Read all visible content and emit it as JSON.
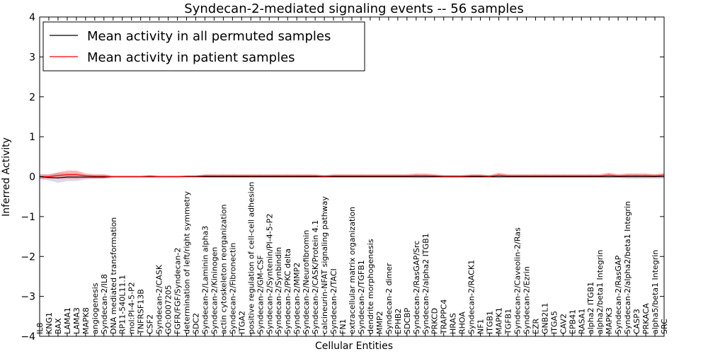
{
  "chart_data": {
    "type": "line",
    "title": "Syndecan-2-mediated signaling events -- 56 samples",
    "xlabel": "Cellular Entities",
    "ylabel": "Inferred Activity",
    "ylim": [
      -4,
      4
    ],
    "yticks": [
      -4,
      -3,
      -2,
      -1,
      0,
      1,
      2,
      3,
      4
    ],
    "grid": false,
    "legend_position": "top-left",
    "categories": [
      "IL8",
      "KNG1",
      "BAX",
      "LAMA1",
      "LAMA3",
      "MAPK8",
      "angiogenesis",
      "Syndecan-2/IL8",
      "DNA mediated transformation",
      "RP11-540L11.1",
      "mol:PI-4-5-P2",
      "TNFRSF13B",
      "CSF2",
      "Syndecan-2/CASK",
      "GO:0007205",
      "FGFR/FGF/Syndecan-2",
      "determination of left/right symmetry",
      "SDC2",
      "Syndecan-2/Laminin alpha3",
      "Syndecan-2/Kininogen",
      "actin cytoskeleton reorganization",
      "Syndecan-2/Fibronectin",
      "ITGA2",
      "positive regulation of cell-cell adhesion",
      "Syndecan-2/GM-CSF",
      "Syndecan-2/Syntenin/PI-4-5-P2",
      "Syndecan-2/Synbindin",
      "Syndecan-2/PKC delta",
      "Syndecan-2/MMP2",
      "Syndecan-2/Neurofibromin",
      "Syndecan-2/CASK/Protein 4.1",
      "calcineurin-NFAT signaling pathway",
      "Syndecan-2/TACI",
      "FN1",
      "extracellular matrix organization",
      "Syndecan-2/TGFB1",
      "dendrite morphogenesis",
      "MMP2",
      "Syndecan-2 dimer",
      "EPHB2",
      "SDCBP",
      "Syndecan-2/RasGAP/Src",
      "Syndecan-2/alpha2 ITGB1",
      "PRKCD",
      "TRAPPC4",
      "HRAS",
      "RHOA",
      "Syndecan-2/RACK1",
      "NF1",
      "ITGB1",
      "MAPK1",
      "TGFB1",
      "Syndecan-2/Caveolin-2/Ras",
      "Syndecan-2/Ezrin",
      "EZR",
      "GNB2L1",
      "ITGA5",
      "CAV2",
      "EPB41",
      "RASA1",
      "alpha2 ITGB1",
      "alpha2/beta1 Integrin",
      "MAPK3",
      "Syndecan-2/RasGAP",
      "Syndecan-2/alpha2/beta1 Integrin",
      "CASP3",
      "PRKACA",
      "alpha5/beta1 Integrin",
      "SRC"
    ],
    "series": [
      {
        "name": "Mean activity in all permuted samples",
        "color": "#000000",
        "values": [
          0,
          -0.02,
          -0.03,
          -0.01,
          -0.01,
          -0.01,
          -0.01,
          -0.01,
          0,
          0,
          0,
          0,
          0,
          0,
          0,
          0,
          0,
          0,
          0,
          0,
          0,
          0,
          0,
          0,
          0,
          0,
          0,
          0,
          0,
          0,
          0,
          0,
          0,
          0,
          0,
          0,
          0,
          0,
          0,
          0,
          0,
          0,
          0,
          0,
          0,
          0,
          0,
          0,
          0,
          0,
          0,
          0,
          0,
          0,
          0,
          0,
          0,
          0,
          0,
          0,
          0,
          0,
          0,
          0,
          0,
          0,
          0,
          0,
          0
        ],
        "band": [
          0.05,
          0.08,
          0.12,
          0.1,
          0.1,
          0.06,
          0.05,
          0.05,
          0.02,
          0.02,
          0.02,
          0.02,
          0.03,
          0.02,
          0.02,
          0.02,
          0.02,
          0.02,
          0.03,
          0.03,
          0.03,
          0.03,
          0.03,
          0.03,
          0.03,
          0.03,
          0.03,
          0.03,
          0.03,
          0.03,
          0.03,
          0.03,
          0.03,
          0.03,
          0.03,
          0.03,
          0.03,
          0.03,
          0.03,
          0.03,
          0.03,
          0.04,
          0.04,
          0.03,
          0.03,
          0.03,
          0.03,
          0.03,
          0.03,
          0.03,
          0.04,
          0.03,
          0.03,
          0.03,
          0.03,
          0.03,
          0.03,
          0.03,
          0.03,
          0.03,
          0.03,
          0.03,
          0.04,
          0.03,
          0.05,
          0.05,
          0.05,
          0.05,
          0.05
        ]
      },
      {
        "name": "Mean activity in patient samples",
        "color": "#ff0000",
        "values": [
          0,
          0,
          0.03,
          0.05,
          0.05,
          0.02,
          0.01,
          0.01,
          0,
          0,
          0,
          0,
          0.01,
          0,
          0,
          0,
          0.01,
          0.01,
          0.02,
          0.02,
          0.02,
          0.02,
          0.02,
          0.02,
          0.02,
          0.02,
          0.02,
          0.02,
          0.02,
          0.02,
          0.02,
          0.01,
          0.02,
          0.02,
          0.02,
          0.02,
          0.02,
          0.02,
          0.02,
          0.02,
          0.02,
          0.03,
          0.03,
          0.02,
          0.01,
          0.01,
          0.01,
          0.02,
          0.02,
          0.01,
          0.04,
          0.02,
          0.02,
          0.02,
          0.02,
          0.02,
          0.02,
          0.02,
          0.02,
          0.02,
          0.02,
          0.02,
          0.04,
          0.02,
          0.03,
          0.03,
          0.03,
          0.02,
          0.04
        ],
        "band": [
          0.06,
          0.05,
          0.08,
          0.1,
          0.1,
          0.06,
          0.05,
          0.05,
          0.02,
          0.02,
          0.02,
          0.02,
          0.03,
          0.02,
          0.02,
          0.02,
          0.02,
          0.02,
          0.04,
          0.04,
          0.04,
          0.04,
          0.04,
          0.04,
          0.04,
          0.04,
          0.04,
          0.04,
          0.04,
          0.04,
          0.04,
          0.03,
          0.04,
          0.04,
          0.04,
          0.04,
          0.04,
          0.04,
          0.04,
          0.04,
          0.04,
          0.05,
          0.05,
          0.04,
          0.03,
          0.03,
          0.03,
          0.04,
          0.04,
          0.03,
          0.06,
          0.04,
          0.04,
          0.04,
          0.04,
          0.04,
          0.04,
          0.04,
          0.04,
          0.04,
          0.04,
          0.04,
          0.06,
          0.04,
          0.05,
          0.05,
          0.05,
          0.04,
          0.05
        ]
      }
    ]
  }
}
